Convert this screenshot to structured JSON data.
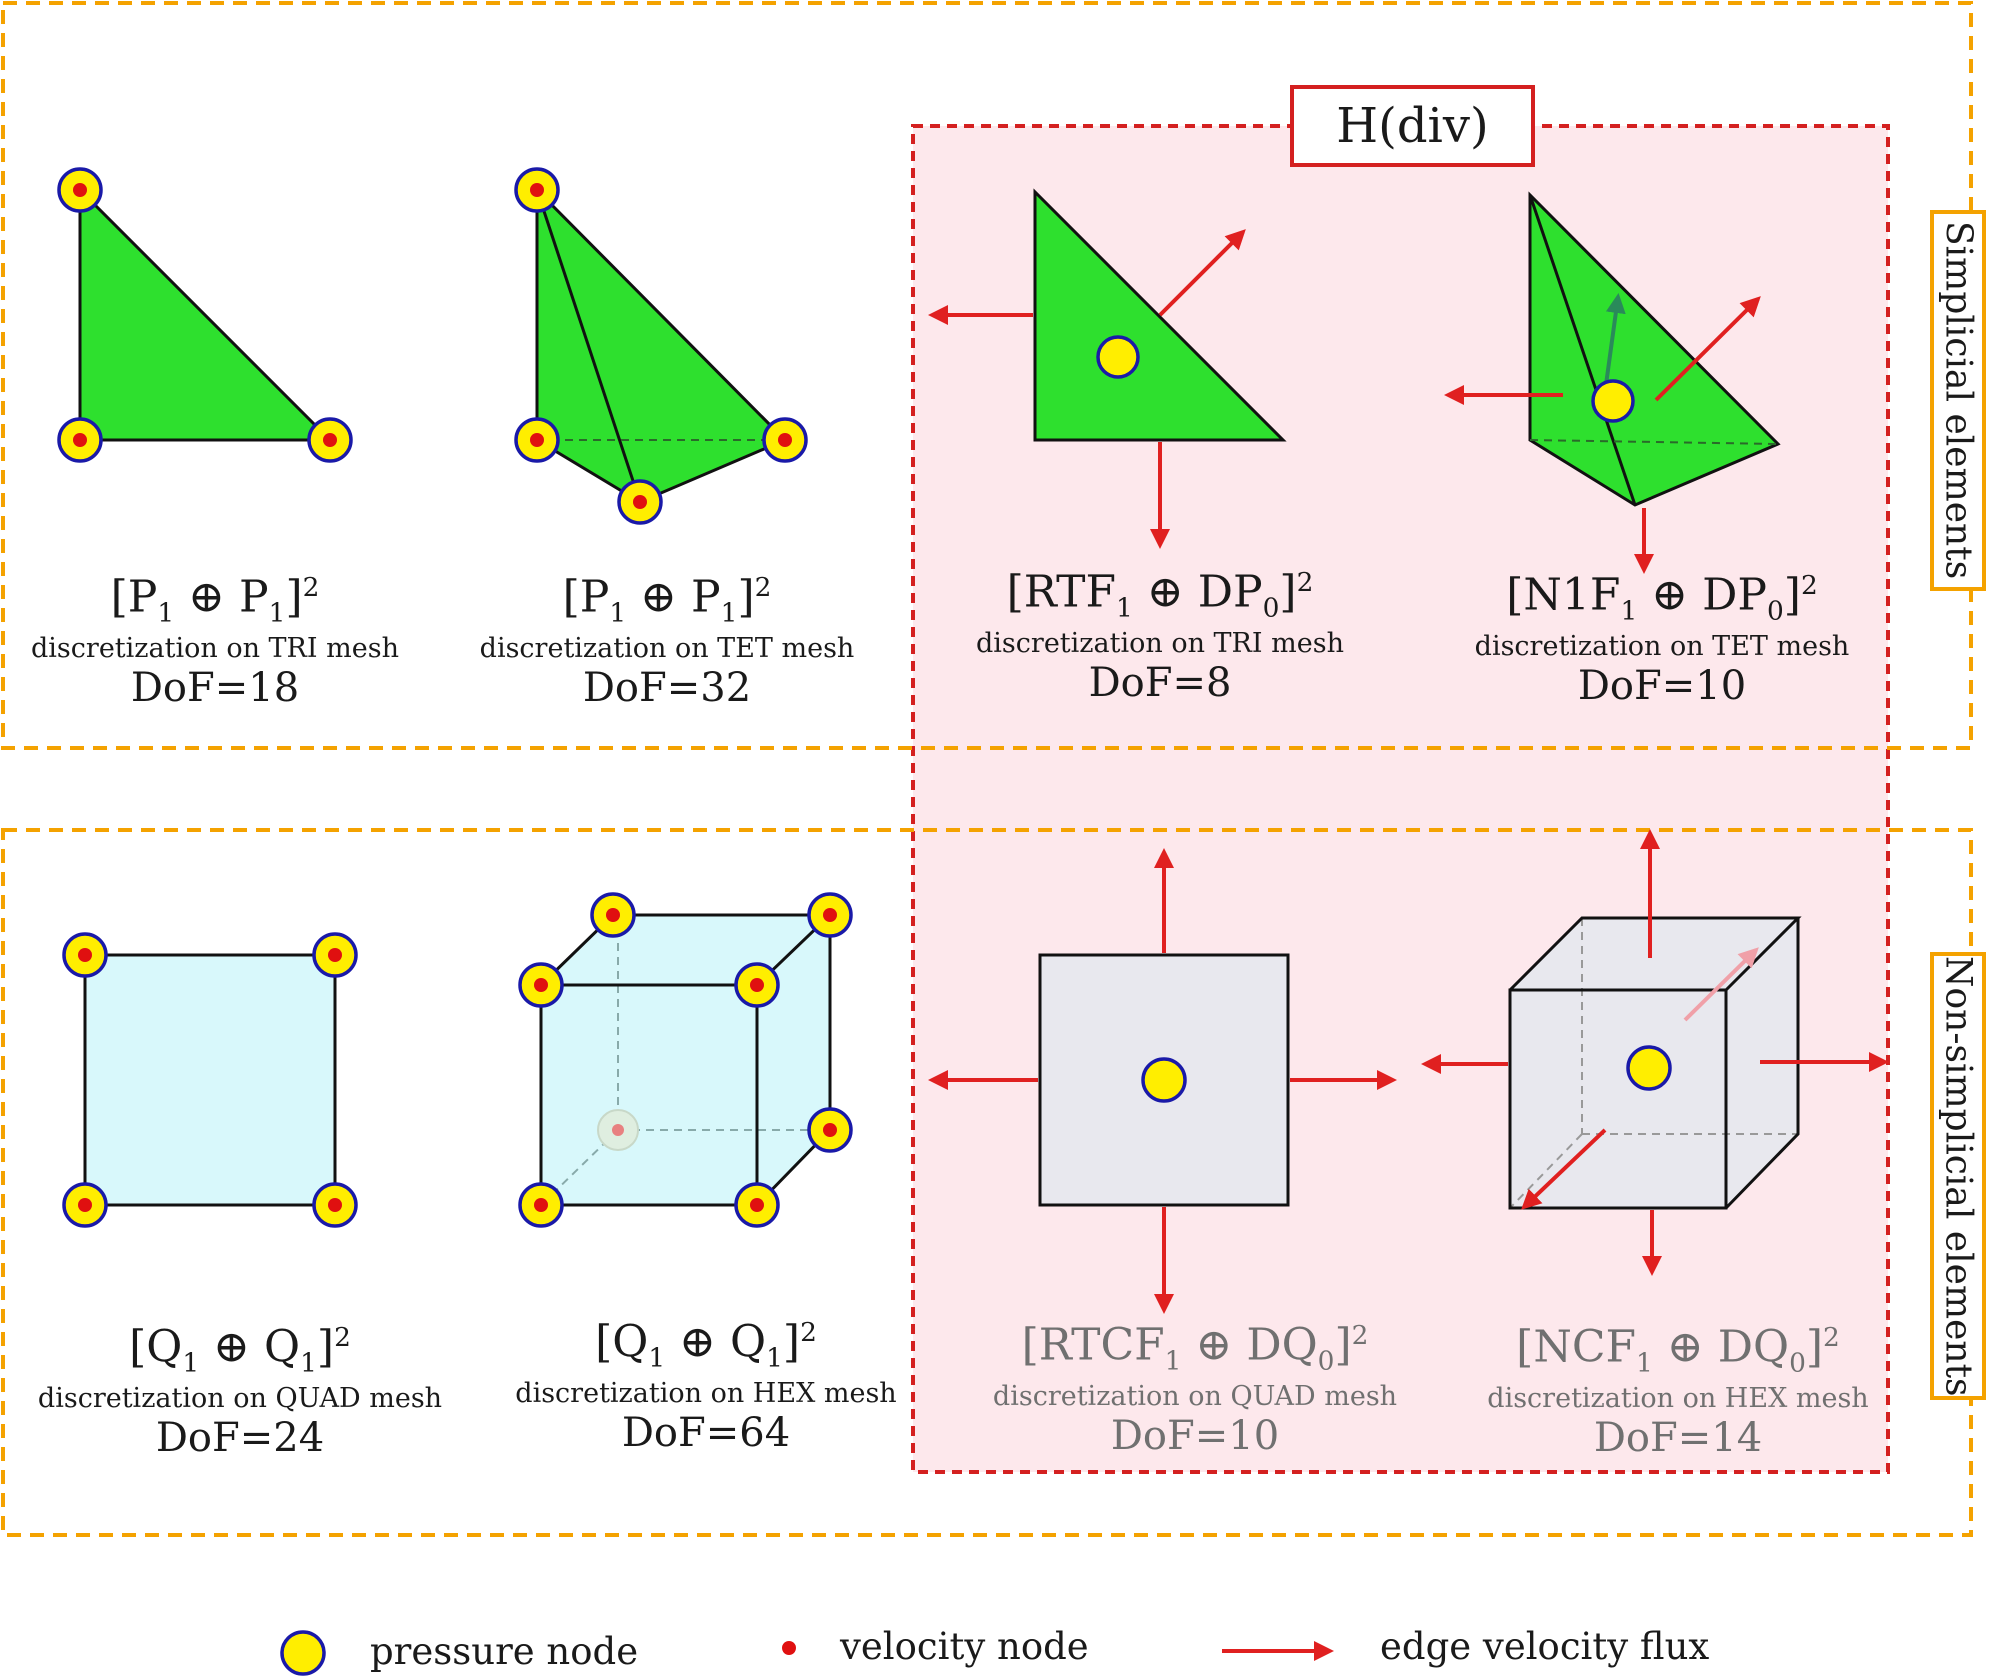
{
  "hdiv_label": "H(div)",
  "side_labels": {
    "simplicial": "Simplicial elements",
    "non_simplicial": "Non-simplicial elements"
  },
  "elements": [
    {
      "formula_base": "P",
      "formula_sub": "1",
      "op": "⊕",
      "formula2_base": "P",
      "formula2_sub": "1",
      "power": "2",
      "desc": "discretization on TRI mesh",
      "dof": "DoF=18"
    },
    {
      "formula_base": "P",
      "formula_sub": "1",
      "op": "⊕",
      "formula2_base": "P",
      "formula2_sub": "1",
      "power": "2",
      "desc": "discretization on TET mesh",
      "dof": "DoF=32"
    },
    {
      "formula_base": "RTF",
      "formula_sub": "1",
      "op": "⊕",
      "formula2_base": "DP",
      "formula2_sub": "0",
      "power": "2",
      "desc": "discretization on TRI mesh",
      "dof": "DoF=8"
    },
    {
      "formula_base": "N1F",
      "formula_sub": "1",
      "op": "⊕",
      "formula2_base": "DP",
      "formula2_sub": "0",
      "power": "2",
      "desc": "discretization on TET mesh",
      "dof": "DoF=10"
    },
    {
      "formula_base": "Q",
      "formula_sub": "1",
      "op": "⊕",
      "formula2_base": "Q",
      "formula2_sub": "1",
      "power": "2",
      "desc": "discretization on QUAD mesh",
      "dof": "DoF=24"
    },
    {
      "formula_base": "Q",
      "formula_sub": "1",
      "op": "⊕",
      "formula2_base": "Q",
      "formula2_sub": "1",
      "power": "2",
      "desc": "discretization on HEX mesh",
      "dof": "DoF=64"
    },
    {
      "formula_base": "RTCF",
      "formula_sub": "1",
      "op": "⊕",
      "formula2_base": "DQ",
      "formula2_sub": "0",
      "power": "2",
      "desc": "discretization on QUAD mesh",
      "dof": "DoF=10"
    },
    {
      "formula_base": "NCF",
      "formula_sub": "1",
      "op": "⊕",
      "formula2_base": "DQ",
      "formula2_sub": "0",
      "power": "2",
      "desc": "discretization on HEX mesh",
      "dof": "DoF=14"
    }
  ],
  "legend": {
    "pressure": "pressure node",
    "velocity": "velocity node",
    "flux": "edge velocity flux"
  },
  "colors": {
    "orange_border": "#f4a200",
    "red": "#e02020",
    "green_fill": "#2ee02e",
    "cyan_fill": "#d8f8fb",
    "grey_fill": "#e8e8ee",
    "pink_fill": "#fde8ec",
    "node_yellow": "#ffee00",
    "node_blue": "#1a1aa8"
  }
}
